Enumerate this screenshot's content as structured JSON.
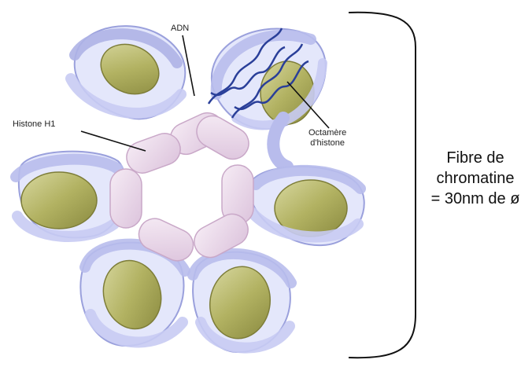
{
  "labels": {
    "adn": "ADN",
    "histone_h1": "Histone H1",
    "octamere_line1": "Octamère",
    "octamere_line2": "d'histone",
    "fibre_line1": "Fibre de",
    "fibre_line2": "chromatine",
    "fibre_line3": "= 30nm de ø"
  },
  "colors": {
    "dna_fiber": "#dfe2fb",
    "dna_edge": "#8d93d8",
    "histone_core": "#b8b86a",
    "histone_h1": "#ebd6ea",
    "double_helix": "#2a3f99"
  }
}
